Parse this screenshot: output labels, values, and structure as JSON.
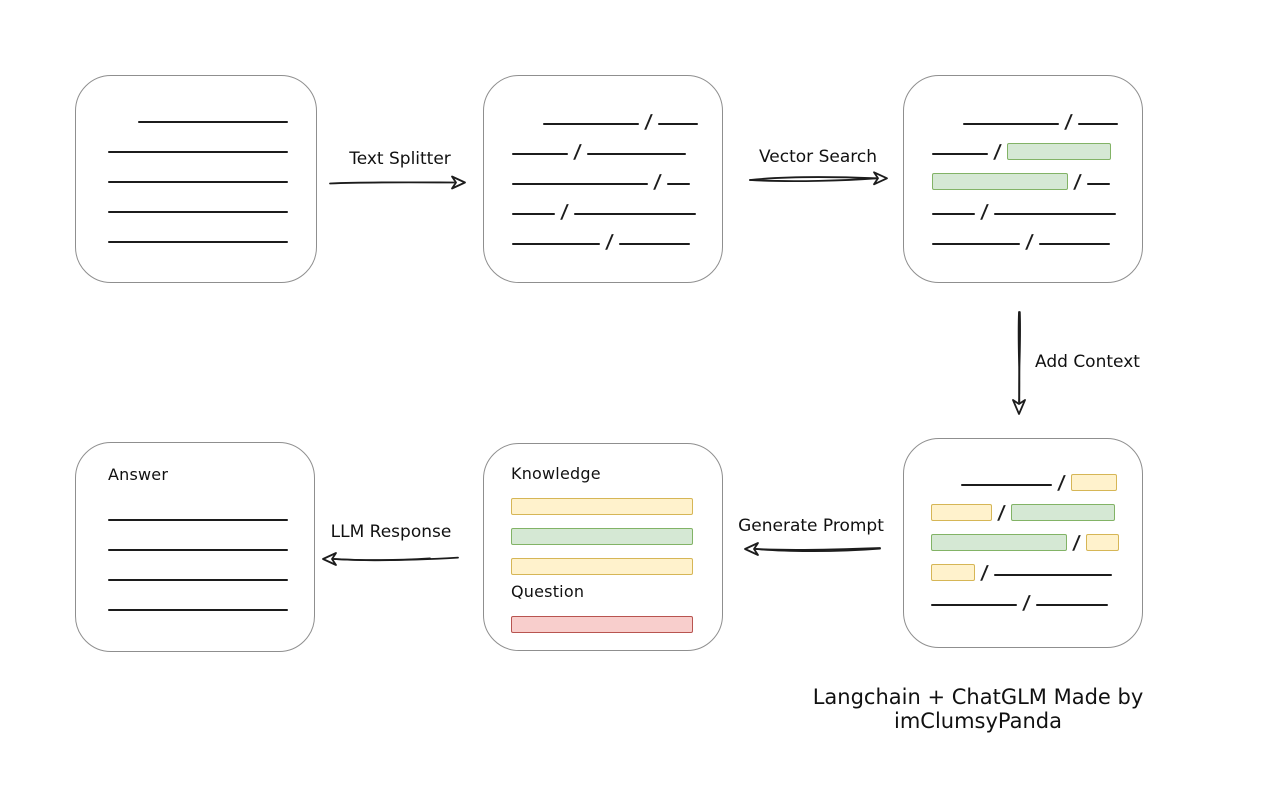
{
  "diagram": {
    "caption": "Langchain + ChatGLM Made by imClumsyPanda",
    "slash_char": "/",
    "arrow_labels": {
      "text_splitter": "Text Splitter",
      "vector_search": "Vector Search",
      "add_context": "Add Context",
      "generate_prompt": "Generate Prompt",
      "llm_response": "LLM Response"
    },
    "colors": {
      "line": "#1c1c1c",
      "box_border": "#8f8f8f",
      "green_fill": "#d5e8d4",
      "green_border": "#82b366",
      "yellow_fill": "#fff2cc",
      "yellow_border": "#d6b656",
      "red_fill": "#f8cecc",
      "red_border": "#b85450"
    },
    "boxes": {
      "document": {
        "rows": [
          {
            "indent": 30,
            "segs": [
              [
                "line",
                150
              ]
            ]
          },
          {
            "segs": [
              [
                "line",
                180
              ]
            ]
          },
          {
            "segs": [
              [
                "line",
                180
              ]
            ]
          },
          {
            "segs": [
              [
                "line",
                180
              ]
            ]
          },
          {
            "segs": [
              [
                "line",
                180
              ]
            ]
          }
        ]
      },
      "chunks": {
        "rows": [
          {
            "indent": 31,
            "segs": [
              [
                "line",
                96
              ],
              [
                "slash"
              ],
              [
                "line",
                40
              ]
            ]
          },
          {
            "segs": [
              [
                "line",
                56
              ],
              [
                "slash"
              ],
              [
                "line",
                99
              ]
            ]
          },
          {
            "segs": [
              [
                "line",
                136
              ],
              [
                "slash"
              ],
              [
                "line",
                23
              ]
            ]
          },
          {
            "segs": [
              [
                "line",
                43
              ],
              [
                "slash"
              ],
              [
                "line",
                122
              ]
            ]
          },
          {
            "segs": [
              [
                "line",
                88
              ],
              [
                "slash"
              ],
              [
                "line",
                71
              ]
            ]
          }
        ]
      },
      "matched_chunks": {
        "rows": [
          {
            "indent": 31,
            "segs": [
              [
                "line",
                96
              ],
              [
                "slash"
              ],
              [
                "line",
                40
              ]
            ]
          },
          {
            "segs": [
              [
                "line",
                56
              ],
              [
                "slash"
              ],
              [
                "green",
                104
              ]
            ]
          },
          {
            "segs": [
              [
                "green",
                136
              ],
              [
                "slash"
              ],
              [
                "line",
                23
              ]
            ]
          },
          {
            "segs": [
              [
                "line",
                43
              ],
              [
                "slash"
              ],
              [
                "line",
                122
              ]
            ]
          },
          {
            "segs": [
              [
                "line",
                88
              ],
              [
                "slash"
              ],
              [
                "line",
                71
              ]
            ]
          }
        ]
      },
      "context_chunks": {
        "rows": [
          {
            "indent": 30,
            "segs": [
              [
                "line",
                91
              ],
              [
                "slash"
              ],
              [
                "yellow",
                46
              ]
            ]
          },
          {
            "segs": [
              [
                "yellow",
                61
              ],
              [
                "slash"
              ],
              [
                "green",
                104
              ]
            ]
          },
          {
            "segs": [
              [
                "green",
                136
              ],
              [
                "slash"
              ],
              [
                "yellow",
                33
              ]
            ]
          },
          {
            "segs": [
              [
                "yellow",
                44
              ],
              [
                "slash"
              ],
              [
                "line",
                118
              ]
            ]
          },
          {
            "segs": [
              [
                "line",
                86
              ],
              [
                "slash"
              ],
              [
                "line",
                72
              ]
            ]
          }
        ]
      },
      "prompt": {
        "knowledge_label": "Knowledge",
        "question_label": "Question",
        "knowledge_rows": [
          {
            "segs": [
              [
                "yellow",
                182
              ]
            ]
          },
          {
            "segs": [
              [
                "green",
                182
              ]
            ]
          },
          {
            "segs": [
              [
                "yellow",
                182
              ]
            ]
          }
        ],
        "question_rows": [
          {
            "segs": [
              [
                "red",
                182
              ]
            ]
          }
        ]
      },
      "answer": {
        "label": "Answer",
        "rows": [
          {
            "segs": [
              [
                "line",
                180
              ]
            ]
          },
          {
            "segs": [
              [
                "line",
                180
              ]
            ]
          },
          {
            "segs": [
              [
                "line",
                180
              ]
            ]
          },
          {
            "segs": [
              [
                "line",
                180
              ]
            ]
          }
        ]
      }
    }
  }
}
